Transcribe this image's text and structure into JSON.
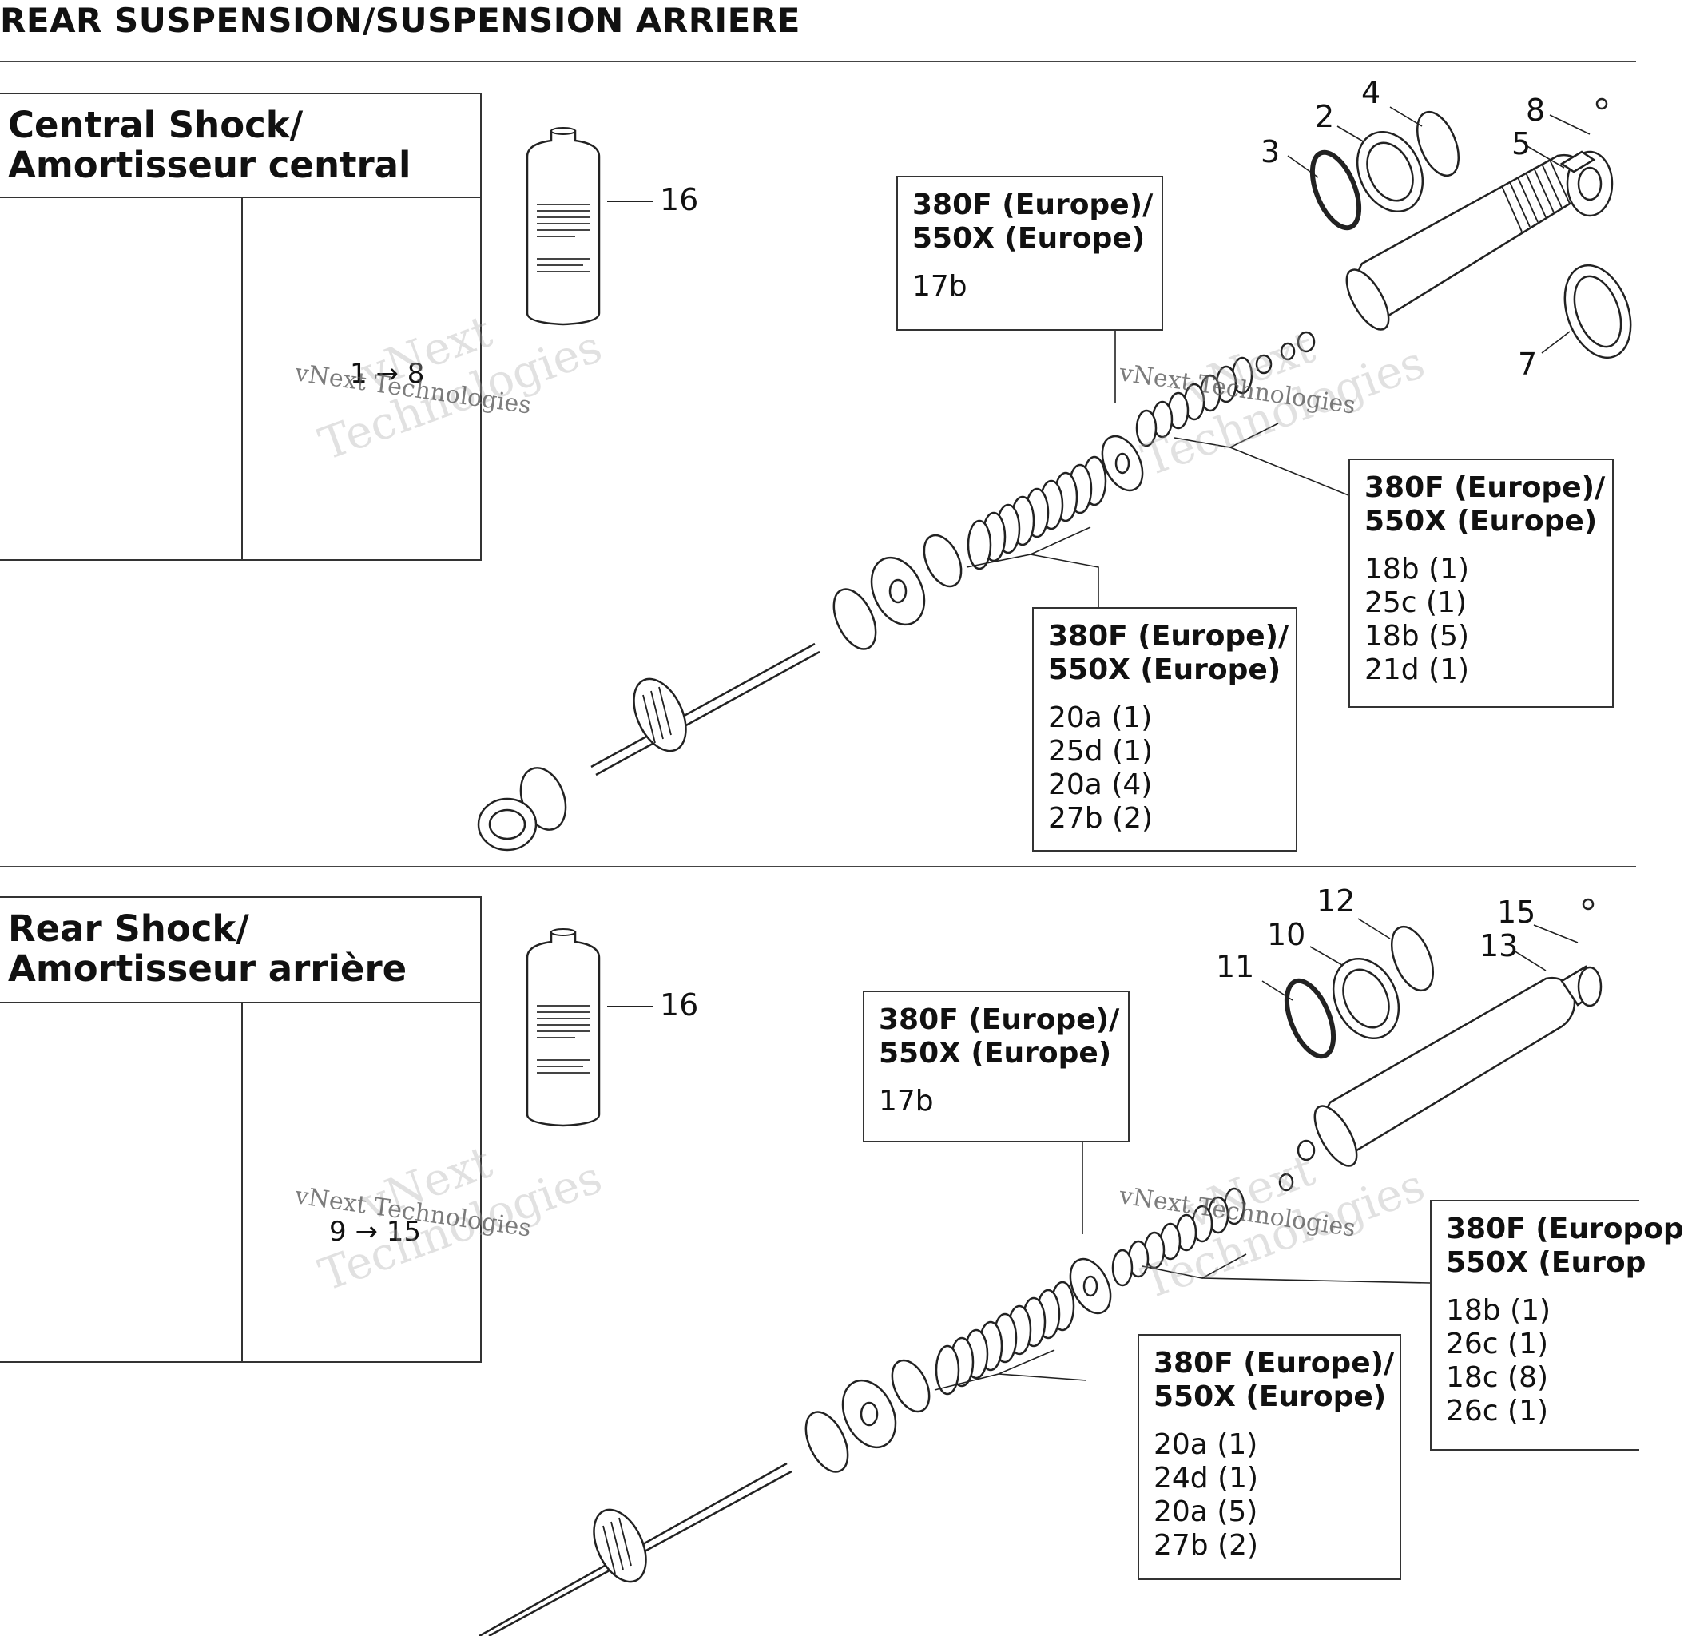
{
  "page": {
    "title": "REAR SUSPENSION/SUSPENSION ARRIERE"
  },
  "sections": [
    {
      "title_lines": [
        "Central Shock/",
        "Amortisseur central"
      ],
      "thumb_range": "1 → 8",
      "label_boxes": [
        {
          "header": [
            "380F (Europe)/",
            "550X (Europe)"
          ],
          "items": [
            "17b"
          ]
        },
        {
          "header": [
            "380F (Europe)/",
            "550X (Europe)"
          ],
          "items": [
            "18b (1)",
            "25c (1)",
            "18b (5)",
            "21d (1)"
          ]
        },
        {
          "header": [
            "380F (Europe)/",
            "550X (Europe)"
          ],
          "items": [
            "20a (1)",
            "25d (1)",
            "20a (4)",
            "27b (2)"
          ]
        }
      ],
      "callouts": [
        "16",
        "2",
        "3",
        "4",
        "5",
        "7",
        "8"
      ]
    },
    {
      "title_lines": [
        "Rear Shock/",
        "Amortisseur arrière"
      ],
      "thumb_range": "9 → 15",
      "label_boxes": [
        {
          "header": [
            "380F (Europe)/",
            "550X (Europe)"
          ],
          "items": [
            "17b"
          ]
        },
        {
          "header": [
            "380F (Europop",
            "550X (Europ"
          ],
          "items": [
            "18b (1)",
            "26c (1)",
            "18c (8)",
            "26c (1)"
          ]
        },
        {
          "header": [
            "380F (Europe)/",
            "550X (Europe)"
          ],
          "items": [
            "20a (1)",
            "24d (1)",
            "20a (5)",
            "27b (2)"
          ]
        }
      ],
      "callouts": [
        "16",
        "10",
        "11",
        "12",
        "13",
        "15"
      ]
    }
  ],
  "watermark": {
    "line1": "vNext",
    "line2": "Technologies",
    "small": "vNext Technologies"
  }
}
